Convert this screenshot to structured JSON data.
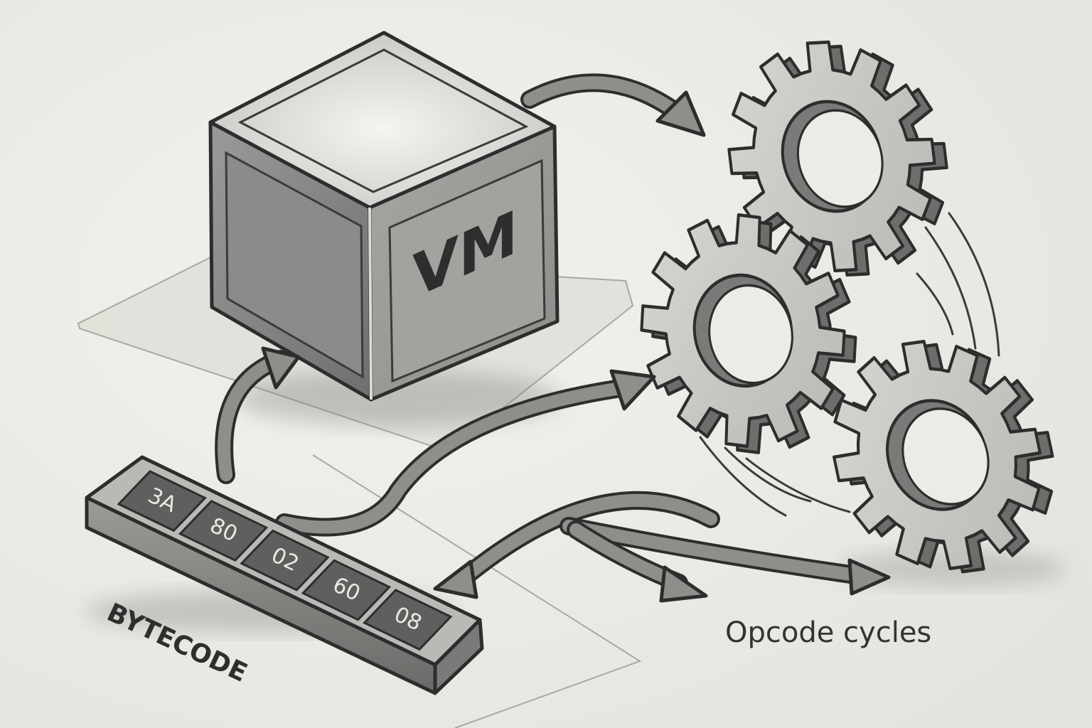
{
  "vm": {
    "label": "VM"
  },
  "bytecode": {
    "label": "BYTECODE",
    "bytes": [
      "3A",
      "80",
      "02",
      "60",
      "08"
    ]
  },
  "opcodes": {
    "label": "Opcode cycles"
  },
  "colors": {
    "background": "#ecebe6",
    "ink": "#2d2d2d",
    "gear_face": "#cfcfcb",
    "cube_top": "#dcdcd8",
    "byte_cell": "#5f5f5d"
  },
  "icons": [
    "vm-cube-icon",
    "gear-icon",
    "bytecode-bar-icon",
    "arrow-icon"
  ]
}
